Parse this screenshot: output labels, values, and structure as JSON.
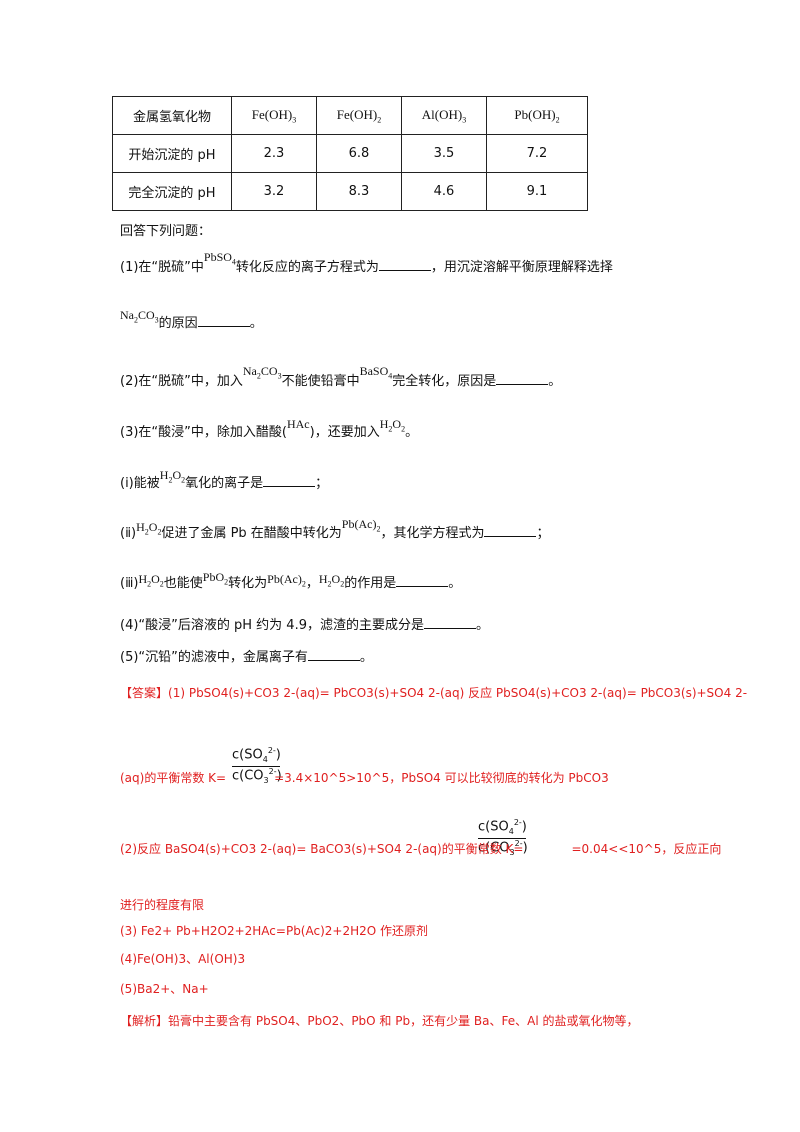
{
  "table": {
    "headers": [
      "金属氢氧化物",
      "Fe(OH)3",
      "Fe(OH)2",
      "Al(OH)3",
      "Pb(OH)2"
    ],
    "rows": [
      [
        "开始沉淀的 pH",
        "2.3",
        "6.8",
        "3.5",
        "7.2"
      ],
      [
        "完全沉淀的 pH",
        "3.2",
        "8.3",
        "4.6",
        "9.1"
      ]
    ]
  },
  "intro": "回答下列问题：",
  "q1": {
    "a": "(1)在“脱硫”中",
    "b": "转化反应的离子方程式为",
    "c": "，用沉淀溶解平衡原理解释选择",
    "d": "的原因",
    "e": "。"
  },
  "q2": {
    "a": "(2)在“脱硫”中，加入",
    "b": "不能使铅膏中",
    "c": "完全转化，原因是",
    "d": "。"
  },
  "q3": {
    "a": "(3)在“酸浸”中，除加入醋酸(",
    "b": ")，还要加入",
    "c": "。"
  },
  "q3i": {
    "a": "(ⅰ)能被",
    "b": "氧化的离子是",
    "c": "；"
  },
  "q3ii": {
    "a": "(ⅱ)",
    "b": "促进了金属 Pb 在醋酸中转化为",
    "c": "，其化学方程式为",
    "d": "；"
  },
  "q3iii": {
    "a": "(ⅲ)",
    "b": "也能使",
    "c": "转化为",
    "d": "，",
    "e": "的作用是",
    "f": "。"
  },
  "q4": {
    "a": "(4)“酸浸”后溶液的 pH 约为 4.9，滤渣的主要成分是",
    "b": "。"
  },
  "q5": {
    "a": "(5)“沉铅”的滤液中，金属离子有",
    "b": "。"
  },
  "answer": {
    "label": "【答案】",
    "a1": "(1) PbSO4(s)+CO3 2-(aq)= PbCO3(s)+SO4 2-(aq)     反应 PbSO4(s)+CO3 2-(aq)= PbCO3(s)+SO4 2-",
    "a1b": "(aq)的平衡常数 K=",
    "a1c": "=3.4×10^5>10^5，PbSO4 可以比较彻底的转化为 PbCO3",
    "a2": "(2)反应 BaSO4(s)+CO3 2-(aq)= BaCO3(s)+SO4 2-(aq)的平衡常数 K=",
    "a2b": "=0.04<<10^5，反应正向",
    "a2c": "进行的程度有限",
    "a3": "(3)  Fe2+     Pb+H2O2+2HAc=Pb(Ac)2+2H2O      作还原剂",
    "a4": "(4)Fe(OH)3、Al(OH)3",
    "a5": "(5)Ba2+、Na+"
  },
  "analysis": {
    "label": "【解析】",
    "text": "铅膏中主要含有 PbSO4、PbO2、PbO 和 Pb，还有少量 Ba、Fe、Al 的盐或氧化物等，"
  }
}
